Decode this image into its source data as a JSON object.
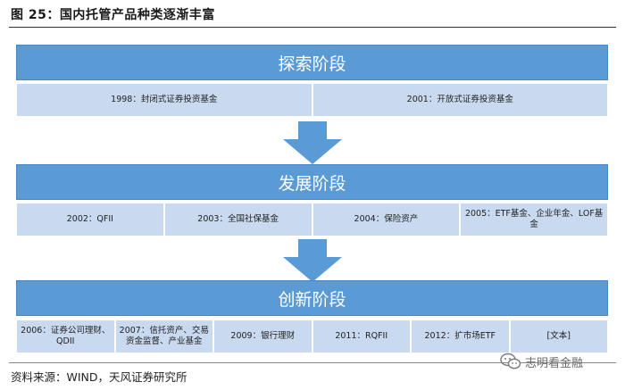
{
  "figure": {
    "title": "图 25：国内托管产品种类逐渐丰富",
    "source": "资料来源：WIND，天风证券研究所"
  },
  "stages": [
    {
      "title": "探索阶段",
      "items": [
        "1998：封闭式证券投资基金",
        "2001：开放式证券投资基金"
      ]
    },
    {
      "title": "发展阶段",
      "items": [
        "2002：QFII",
        "2003：全国社保基金",
        "2004：保险资产",
        "2005：ETF基金、企业年金、LOF基金"
      ]
    },
    {
      "title": "创新阶段",
      "items": [
        "2006：证券公司理财、QDII",
        "2007：信托资产、交易资金监督、产业基金",
        "2009：银行理财",
        "2011：RQFII",
        "2012：扩市场ETF",
        "[文本]"
      ]
    }
  ],
  "watermark": {
    "text": "志明看金融",
    "icon": "wechat-icon"
  },
  "colors": {
    "header_fill": "#5b9bd5",
    "cell_fill": "#c9d9ef",
    "arrow_fill": "#5b9bd5"
  }
}
